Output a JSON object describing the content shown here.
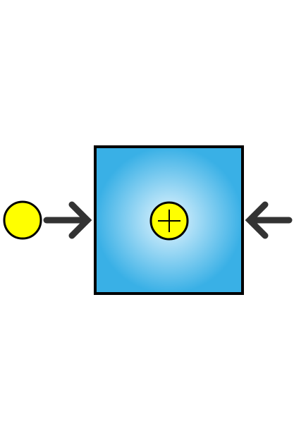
{
  "diagram": {
    "box": {
      "fill_center": "#e6f6ff",
      "fill_edge": "#39b0e6",
      "stroke": "#000000"
    },
    "inner_symbol": {
      "type": "plus-in-circle",
      "fill": "#ffff00",
      "stroke": "#000000"
    },
    "left_particle": {
      "fill": "#ffff00",
      "stroke": "#000000"
    },
    "arrows": [
      {
        "direction": "right",
        "color": "#333333"
      },
      {
        "direction": "left",
        "color": "#333333"
      }
    ]
  }
}
